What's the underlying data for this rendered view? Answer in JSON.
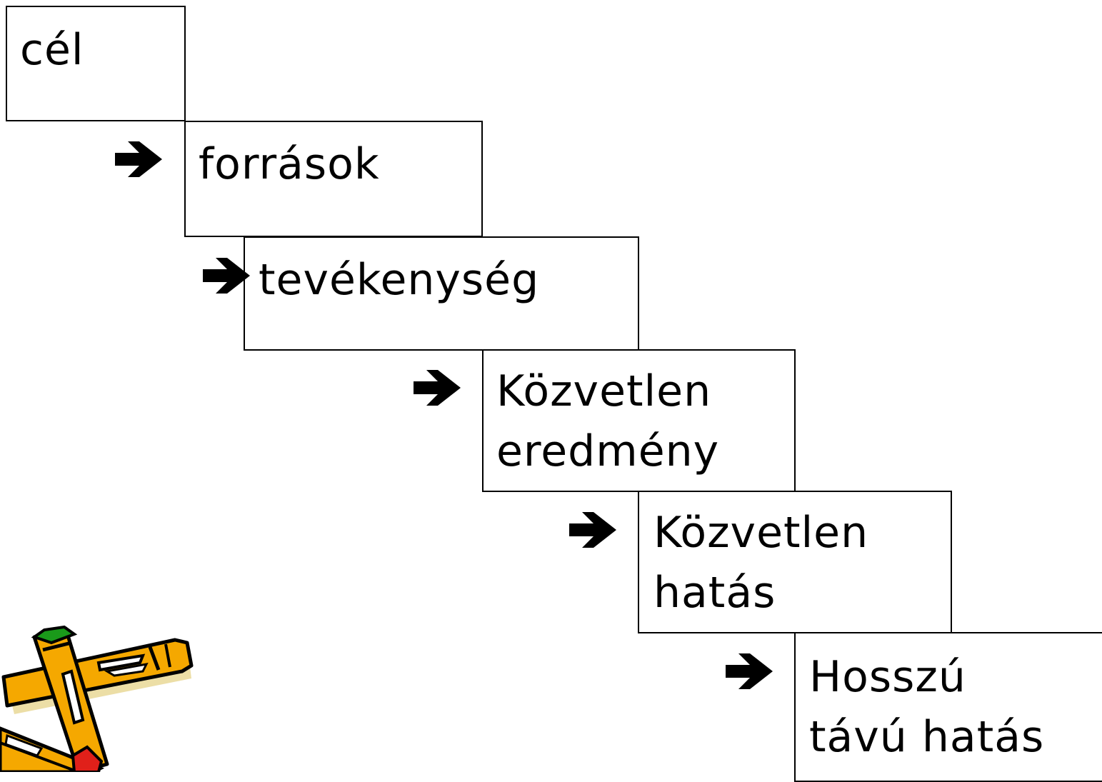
{
  "diagram": {
    "steps": [
      {
        "label": "cél"
      },
      {
        "label": "források"
      },
      {
        "label": "tevékenység"
      },
      {
        "label": "Közvetlen\neredmény"
      },
      {
        "label": "Közvetlen\nhatás"
      },
      {
        "label": "Hosszú\ntávú hatás"
      }
    ],
    "arrow_icon": "right-arrow-icon",
    "decoration_icon": "pencils-clipart-icon",
    "colors": {
      "line": "#000000",
      "pencil_body": "#f5a800",
      "eraser_green": "#1a9a1a",
      "eraser_red": "#e0201a"
    }
  }
}
